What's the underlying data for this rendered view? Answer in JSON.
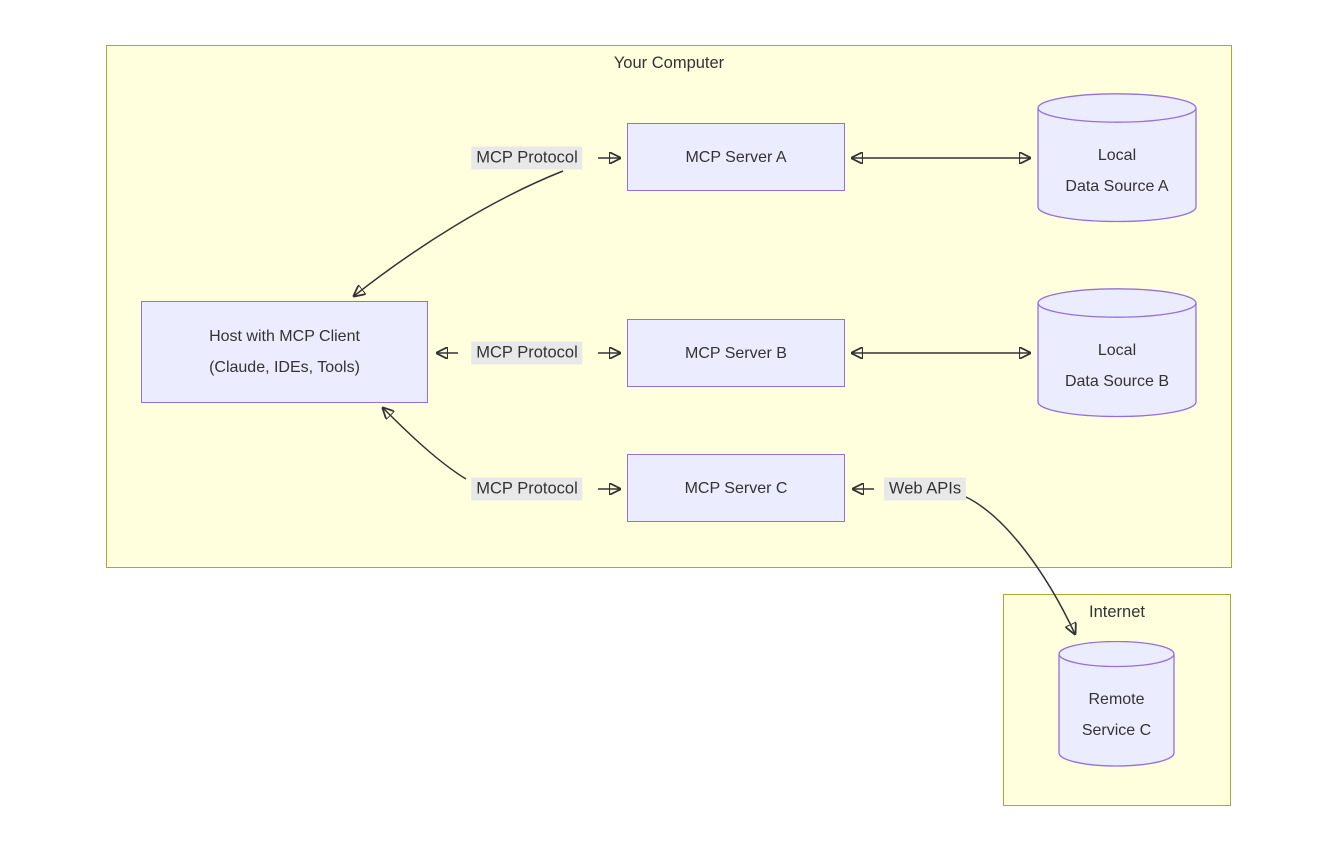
{
  "diagram": {
    "containers": {
      "your_computer": {
        "title": "Your Computer"
      },
      "internet": {
        "title": "Internet"
      }
    },
    "nodes": {
      "host": {
        "line1": "Host with MCP Client",
        "line2": "(Claude, IDEs, Tools)"
      },
      "server_a": {
        "label": "MCP Server A"
      },
      "server_b": {
        "label": "MCP Server B"
      },
      "server_c": {
        "label": "MCP Server C"
      },
      "data_source_a": {
        "line1": "Local",
        "line2": "Data Source A"
      },
      "data_source_b": {
        "line1": "Local",
        "line2": "Data Source B"
      },
      "remote_service_c": {
        "line1": "Remote",
        "line2": "Service C"
      }
    },
    "edge_labels": {
      "mcp_protocol_a": "MCP Protocol",
      "mcp_protocol_b": "MCP Protocol",
      "mcp_protocol_c": "MCP Protocol",
      "web_apis": "Web APIs"
    },
    "colors": {
      "node_fill": "#ECECFF",
      "node_border": "#9370DB",
      "container_fill": "#ffffde",
      "container_border": "#aaaa33",
      "edge": "#333333",
      "edge_label_bg": "#e8e8e8",
      "text": "#333333",
      "page_bg": "#ffffff"
    }
  }
}
